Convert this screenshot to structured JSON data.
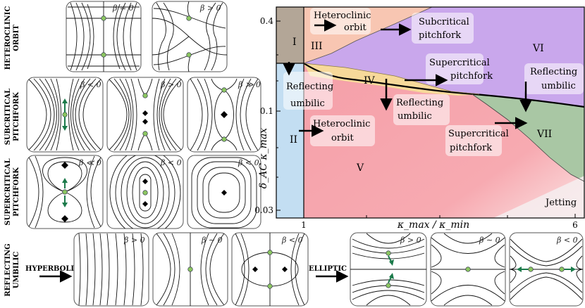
{
  "side_labels": {
    "heteroclinic": [
      "HETEROCLINIC",
      "ORBIT"
    ],
    "subcritical": [
      "SUBCRITICAL",
      "PITCHFORK"
    ],
    "supercritical": [
      "SUPERCRITICAL",
      "PITCHFORK"
    ],
    "reflecting": [
      "REFLECTING",
      "UMBILIC"
    ]
  },
  "arrow_labels": {
    "hyperbolic": "HYPERBOLIC",
    "elliptic": "ELLIPTIC"
  },
  "panels": {
    "heteroclinic": [
      "β = 0",
      "β > 0"
    ],
    "subcritical": [
      "β < 0",
      "β > 0",
      "β ≫ 0"
    ],
    "supercritical": [
      "β ≪ 0",
      "β < 0",
      "β < 0"
    ],
    "hyperbolic": [
      "β > 0",
      "β ∼ 0",
      "β < 0"
    ],
    "elliptic": [
      "β > 0",
      "β ∼ 0",
      "β < 0"
    ]
  },
  "regime_map": {
    "y_axis_label": "δ_AC κ_max",
    "x_axis_label": "κ_max / κ_min",
    "y_ticks": [
      "0.4",
      "0.1",
      "0.03"
    ],
    "x_ticks": [
      "1",
      "6"
    ],
    "regions": [
      "I",
      "II",
      "III",
      "IV",
      "V",
      "VI",
      "VII"
    ],
    "region_colors": {
      "I": "#b3a697",
      "II": "#c3def2",
      "III": "#f8c6b2",
      "IV": "#f7d99a",
      "V": "#f7a6ae",
      "VI": "#c9a7ec",
      "VII": "#a9c7a4"
    },
    "annotations": [
      [
        "Heteroclinic",
        "orbit"
      ],
      [
        "Subcritical",
        "pitchfork"
      ],
      [
        "Reflecting",
        "umbilic"
      ],
      [
        "Supercritical",
        "pitchfork"
      ],
      [
        "Reflecting",
        "umbilic"
      ],
      [
        "Reflecting",
        "umbilic"
      ],
      [
        "Heteroclinic",
        "orbit"
      ],
      [
        "Supercritical",
        "pitchfork"
      ]
    ],
    "corner_label": "Jetting"
  }
}
